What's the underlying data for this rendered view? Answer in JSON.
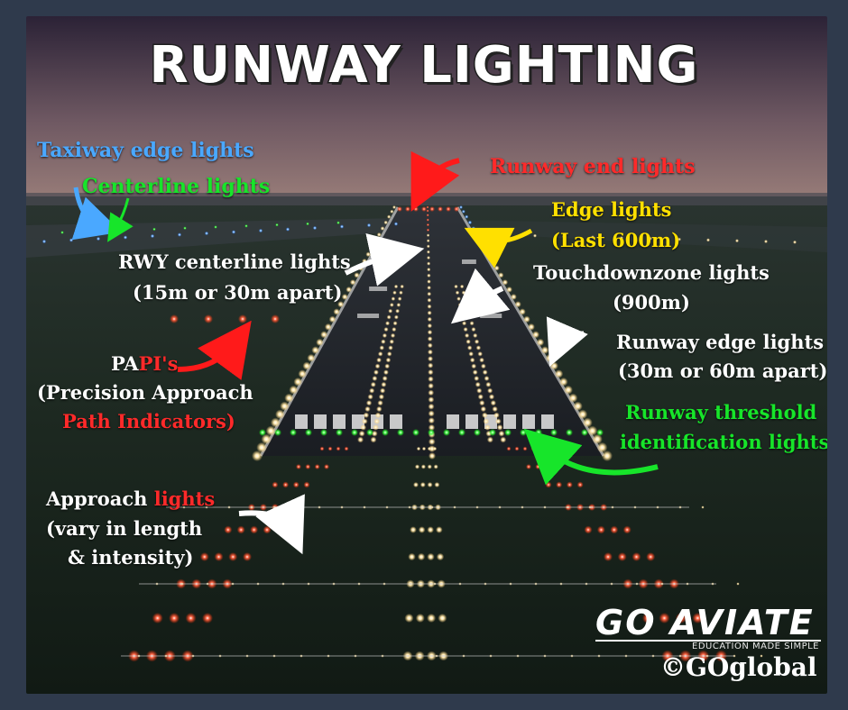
{
  "title": "RUNWAY LIGHTING",
  "labels": {
    "taxiway_edge": "Taxiway edge lights",
    "centerline": "Centerline lights",
    "runway_end": "Runway end lights",
    "edge_lights_1": "Edge lights",
    "edge_lights_2": "(Last 600m)",
    "rwy_centerline_1": "RWY centerline lights",
    "rwy_centerline_2": "(15m or 30m apart)",
    "touchdown_1": "Touchdownzone lights",
    "touchdown_2": "(900m)",
    "runway_edge_1": "Runway edge lights",
    "runway_edge_2": "(30m or 60m apart)",
    "papi_a": "PA",
    "papi_b": "PI's",
    "papi_2": "(Precision Approach",
    "papi_3": "Path Indicators)",
    "threshold_1": "Runway threshold",
    "threshold_2": "identification lights",
    "approach_a": "Approach ",
    "approach_b": "lights",
    "approach_2": "(vary in length",
    "approach_3": "& intensity)"
  },
  "brand": {
    "name": "GO AVIATE",
    "tagline": "EDUCATION MADE SIMPLE",
    "copyright": "©GOglobal"
  },
  "colors": {
    "frame": "#2f3a4c",
    "red": "#ff2a2a",
    "green": "#17e52a",
    "blue": "#4aa8ff",
    "yellow": "#ffe000",
    "white": "#ffffff"
  }
}
